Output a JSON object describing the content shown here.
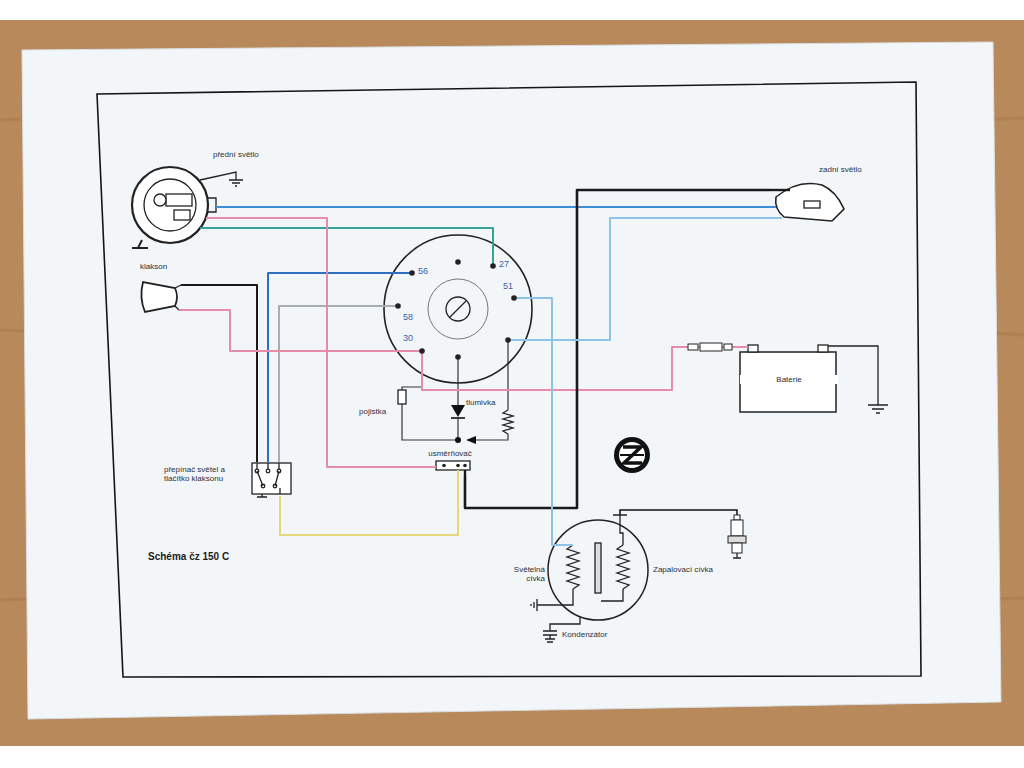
{
  "diagram": {
    "title": "Schéma čz 150 C",
    "nodes": [
      {
        "text": [
          "přední světlo"
        ]
      },
      {
        "text": [
          "zadní světlo"
        ]
      },
      {
        "text": [
          "56",
          "27",
          "58",
          "51",
          "30"
        ]
      },
      {
        "text": [
          "klakson"
        ]
      },
      {
        "text": [
          "Baterie"
        ]
      },
      {
        "text": [
          "pojistka"
        ]
      },
      {
        "text": [
          "tlumivka"
        ]
      },
      {
        "text": [
          "usměrňovač"
        ]
      },
      {
        "text": [
          "přepínač světel a tlačítko klaksonu"
        ]
      },
      {
        "text": [
          "Světelná cívka",
          "Zapalovací cívka",
          "Kondenzátor"
        ]
      }
    ],
    "edges": [
      {
        "from": 0,
        "to": 1,
        "arrow": "none"
      },
      {
        "from": 0,
        "to": 2,
        "arrow": "none"
      },
      {
        "from": 2,
        "to": 8,
        "arrow": "none"
      },
      {
        "from": 3,
        "to": 8,
        "arrow": "none"
      },
      {
        "from": 2,
        "to": 8,
        "arrow": "none"
      },
      {
        "from": 0,
        "to": 7,
        "arrow": "none"
      },
      {
        "from": 2,
        "to": 4,
        "arrow": "none"
      },
      {
        "from": 3,
        "to": 2,
        "arrow": "none"
      },
      {
        "from": 7,
        "to": 1,
        "arrow": "none"
      },
      {
        "from": 8,
        "to": 7,
        "arrow": "none"
      },
      {
        "from": 2,
        "to": 9,
        "arrow": "none"
      },
      {
        "from": 1,
        "to": 2,
        "arrow": "none"
      }
    ]
  }
}
